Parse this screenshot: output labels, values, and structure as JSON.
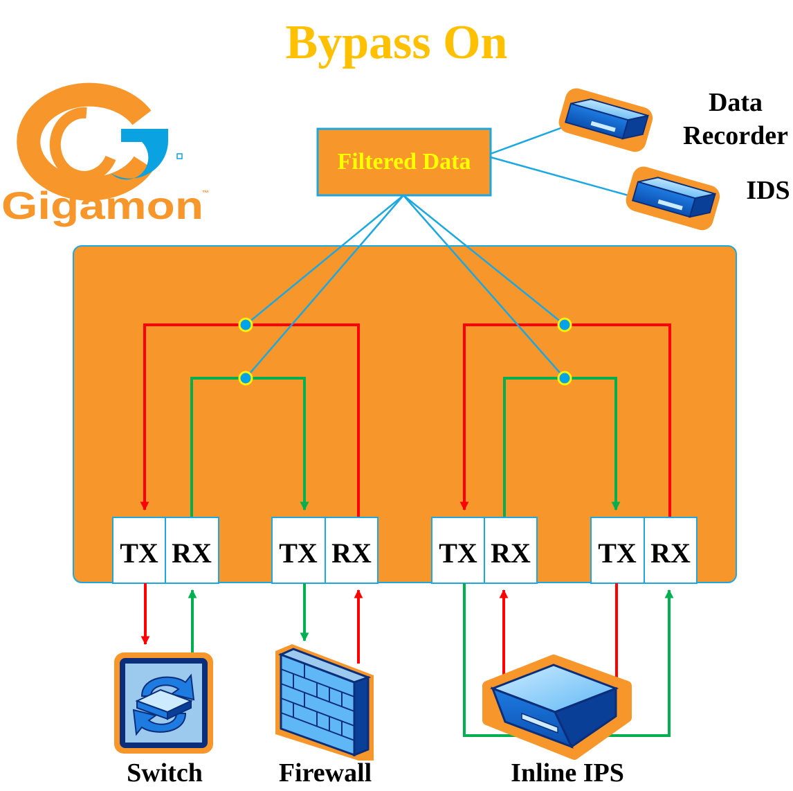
{
  "title": "Bypass On",
  "logo": {
    "name": "Gigamon",
    "trademark": "™"
  },
  "filtered_box": {
    "label": "Filtered Data"
  },
  "tools": [
    {
      "id": "data-recorder",
      "line1": "Data",
      "line2": "Recorder"
    },
    {
      "id": "ids",
      "line1": "IDS",
      "line2": ""
    }
  ],
  "ports": [
    {
      "tx": "TX",
      "rx": "RX"
    },
    {
      "tx": "TX",
      "rx": "RX"
    },
    {
      "tx": "TX",
      "rx": "RX"
    },
    {
      "tx": "TX",
      "rx": "RX"
    }
  ],
  "devices": {
    "switch": "Switch",
    "firewall": "Firewall",
    "inline_ips": "Inline IPS"
  },
  "colors": {
    "title": "#FFC000",
    "chassis": "#F7962A",
    "red_path": "#FF0000",
    "green_path": "#00B050",
    "tap_line": "#1CA7E0",
    "tap_dot": "#00A3E8",
    "tap_dot_ring": "#FFF200",
    "filtered_text": "#FFFF00",
    "logo_orange": "#F7962A",
    "logo_blue": "#0AA2E0"
  }
}
